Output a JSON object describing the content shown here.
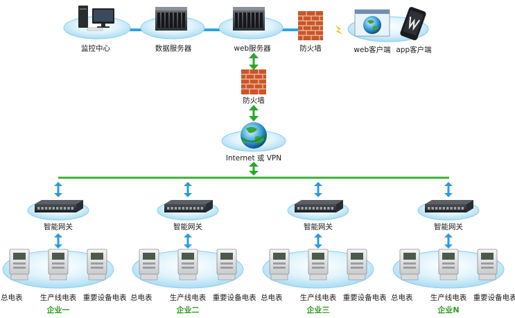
{
  "top": {
    "monitor": "监控中心",
    "data_server": "数据服务器",
    "web_server": "web服务器",
    "firewall": "防火墙",
    "web_client": "web客户端",
    "app_client": "app客户端"
  },
  "mid": {
    "firewall": "防火墙",
    "internet": "Internet 或 VPN"
  },
  "enterprises": [
    {
      "gateway": "智能网关",
      "meters": [
        "总电表",
        "生产线电表",
        "重要设备电表"
      ],
      "name": "企业一"
    },
    {
      "gateway": "智能网关",
      "meters": [
        "总电表",
        "生产线电表",
        "重要设备电表"
      ],
      "name": "企业二"
    },
    {
      "gateway": "智能网关",
      "meters": [
        "总电表",
        "生产线电表",
        "重要设备电表"
      ],
      "name": "企业三"
    },
    {
      "gateway": "智能网关",
      "meters": [
        "总电表",
        "生产线电表",
        "重要设备电表"
      ],
      "name": "企业N"
    }
  ],
  "colors": {
    "link_line": "#2aa5de",
    "bus_line": "#3ab030",
    "green_arrow": "#2aa82a",
    "blue_arrow": "#2a9be0",
    "platform": "#bfe6f6",
    "enterprise_text": "#2f9a1d"
  }
}
